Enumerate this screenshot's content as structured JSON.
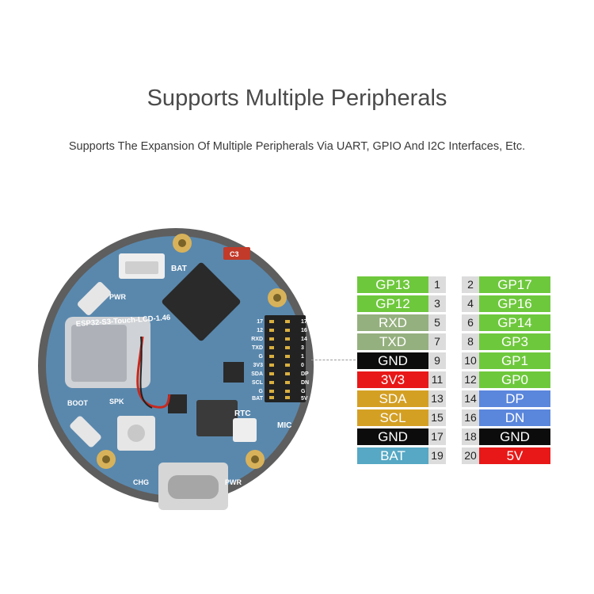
{
  "title": "Supports Multiple Peripherals",
  "subtitle": "Supports The Expansion Of Multiple Peripherals Via UART, GPIO And I2C Interfaces, Etc.",
  "board": {
    "model": "ESP32-S3-Touch-LCD-1.46",
    "labels": {
      "bat": "BAT",
      "pwr": "PWR",
      "boot": "BOOT",
      "spk": "SPK",
      "rtc": "RTC",
      "mic": "MIC",
      "chg": "CHG",
      "pwr2": "PWR",
      "cap": "C3"
    },
    "header_left_labels": [
      "17",
      "12",
      "RXD",
      "TXD",
      "G",
      "3V3",
      "SDA",
      "SCL",
      "G",
      "BAT"
    ],
    "header_right_labels": [
      "17",
      "16",
      "14",
      "3",
      "1",
      "0",
      "DP",
      "DN",
      "G",
      "5V"
    ]
  },
  "pins": [
    {
      "left": {
        "name": "GP13",
        "num": "1",
        "color": "#6ec83c"
      },
      "right": {
        "num": "2",
        "name": "GP17",
        "color": "#6ec83c"
      }
    },
    {
      "left": {
        "name": "GP12",
        "num": "3",
        "color": "#6ec83c"
      },
      "right": {
        "num": "4",
        "name": "GP16",
        "color": "#6ec83c"
      }
    },
    {
      "left": {
        "name": "RXD",
        "num": "5",
        "color": "#95b07f"
      },
      "right": {
        "num": "6",
        "name": "GP14",
        "color": "#6ec83c"
      }
    },
    {
      "left": {
        "name": "TXD",
        "num": "7",
        "color": "#95b07f"
      },
      "right": {
        "num": "8",
        "name": "GP3",
        "color": "#6ec83c"
      }
    },
    {
      "left": {
        "name": "GND",
        "num": "9",
        "color": "#0c0c0c"
      },
      "right": {
        "num": "10",
        "name": "GP1",
        "color": "#6ec83c"
      }
    },
    {
      "left": {
        "name": "3V3",
        "num": "11",
        "color": "#e81818"
      },
      "right": {
        "num": "12",
        "name": "GP0",
        "color": "#6ec83c"
      }
    },
    {
      "left": {
        "name": "SDA",
        "num": "13",
        "color": "#d4a024"
      },
      "right": {
        "num": "14",
        "name": "DP",
        "color": "#5a86dc"
      }
    },
    {
      "left": {
        "name": "SCL",
        "num": "15",
        "color": "#d4a024"
      },
      "right": {
        "num": "16",
        "name": "DN",
        "color": "#5a86dc"
      }
    },
    {
      "left": {
        "name": "GND",
        "num": "17",
        "color": "#0c0c0c"
      },
      "right": {
        "num": "18",
        "name": "GND",
        "color": "#0c0c0c"
      }
    },
    {
      "left": {
        "name": "BAT",
        "num": "19",
        "color": "#56a8c4"
      },
      "right": {
        "num": "20",
        "name": "5V",
        "color": "#e81818"
      }
    }
  ]
}
